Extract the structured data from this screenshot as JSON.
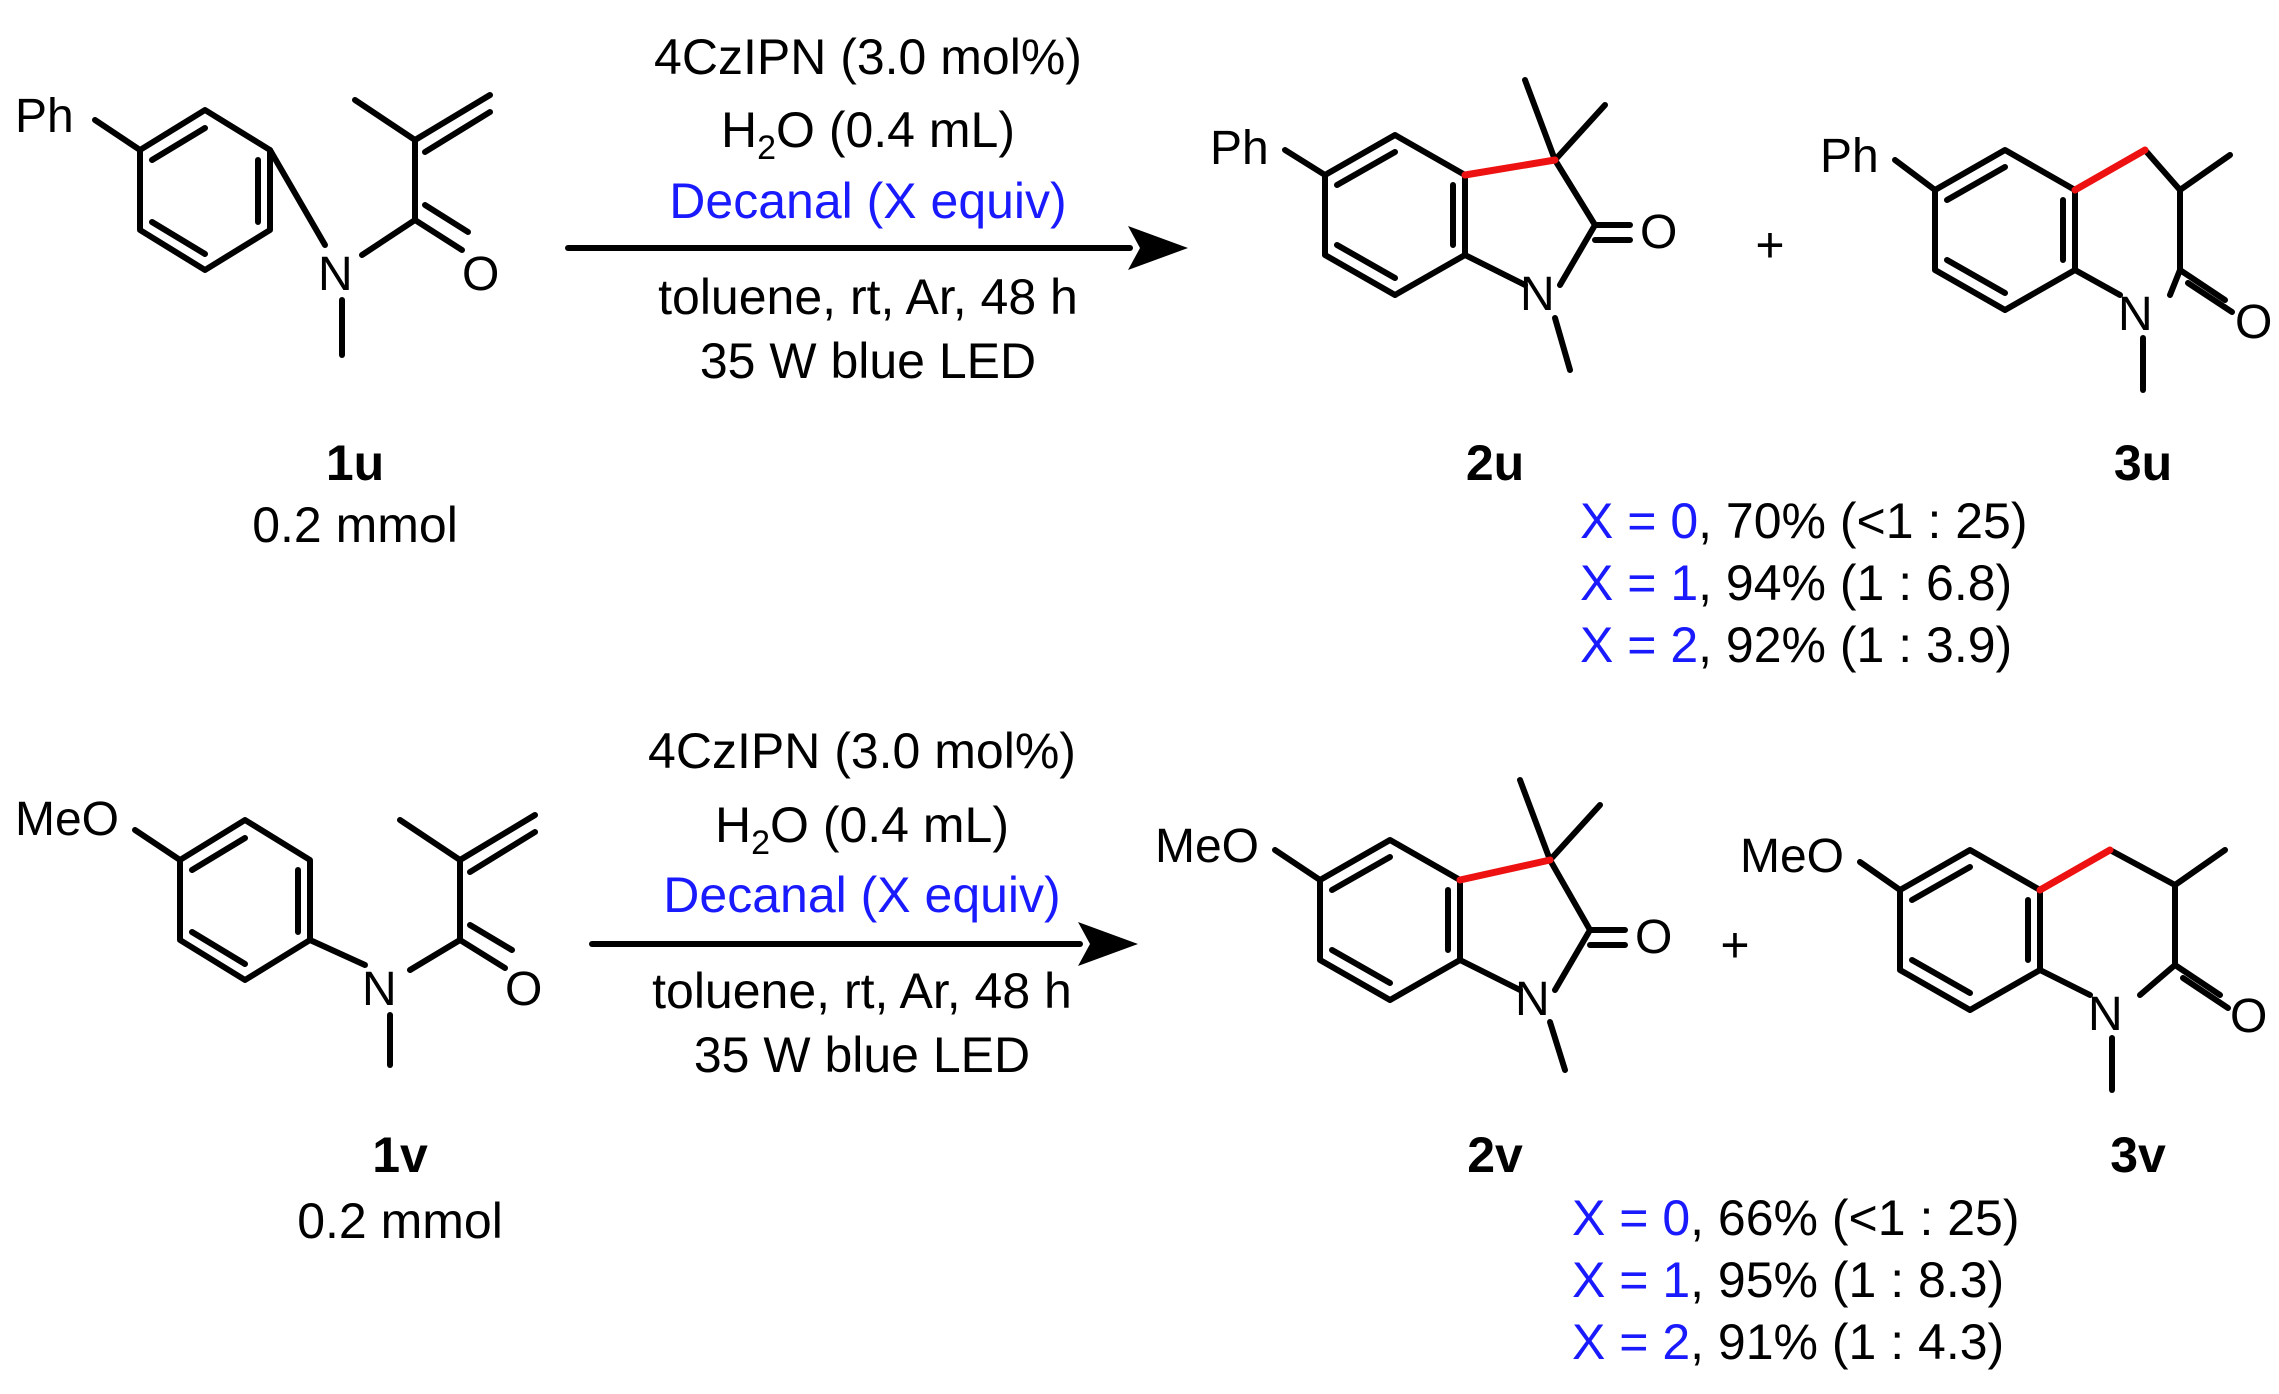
{
  "reactions": [
    {
      "substrate": {
        "label": "1u",
        "amount": "0.2 mmol",
        "substituent": "Ph"
      },
      "conditions": {
        "catalyst": "4CzIPN (3.0 mol%)",
        "water_a": "H",
        "water_sub": "2",
        "water_b": "O (0.4 mL)",
        "additive": "Decanal (X equiv)",
        "solvent": "toluene, rt, Ar, 48 h",
        "light": "35 W blue LED"
      },
      "product_a": {
        "label": "2u",
        "substituent": "Ph"
      },
      "product_b": {
        "label": "3u",
        "substituent": "Ph"
      },
      "plus": "+",
      "results": [
        {
          "x": "X = 0",
          "rest": ", 70% (<1 : 25)"
        },
        {
          "x": "X = 1",
          "rest": ", 94% (1 : 6.8)"
        },
        {
          "x": "X = 2",
          "rest": ", 92% (1 : 3.9)"
        }
      ]
    },
    {
      "substrate": {
        "label": "1v",
        "amount": "0.2 mmol",
        "substituent": "MeO"
      },
      "conditions": {
        "catalyst": "4CzIPN (3.0 mol%)",
        "water_a": "H",
        "water_sub": "2",
        "water_b": "O (0.4 mL)",
        "additive": "Decanal (X equiv)",
        "solvent": "toluene, rt, Ar, 48 h",
        "light": "35 W blue LED"
      },
      "product_a": {
        "label": "2v",
        "substituent": "MeO"
      },
      "product_b": {
        "label": "3v",
        "substituent": "MeO"
      },
      "plus": "+",
      "results": [
        {
          "x": "X = 0",
          "rest": ", 66% (<1 : 25)"
        },
        {
          "x": "X = 1",
          "rest": ", 95% (1 : 8.3)"
        },
        {
          "x": "X = 2",
          "rest": ", 91% (1 : 4.3)"
        }
      ]
    }
  ],
  "atoms": {
    "N": "N",
    "O": "O"
  },
  "colors": {
    "highlight_bond": "#ee1111",
    "variable_text": "#1a1aff"
  }
}
